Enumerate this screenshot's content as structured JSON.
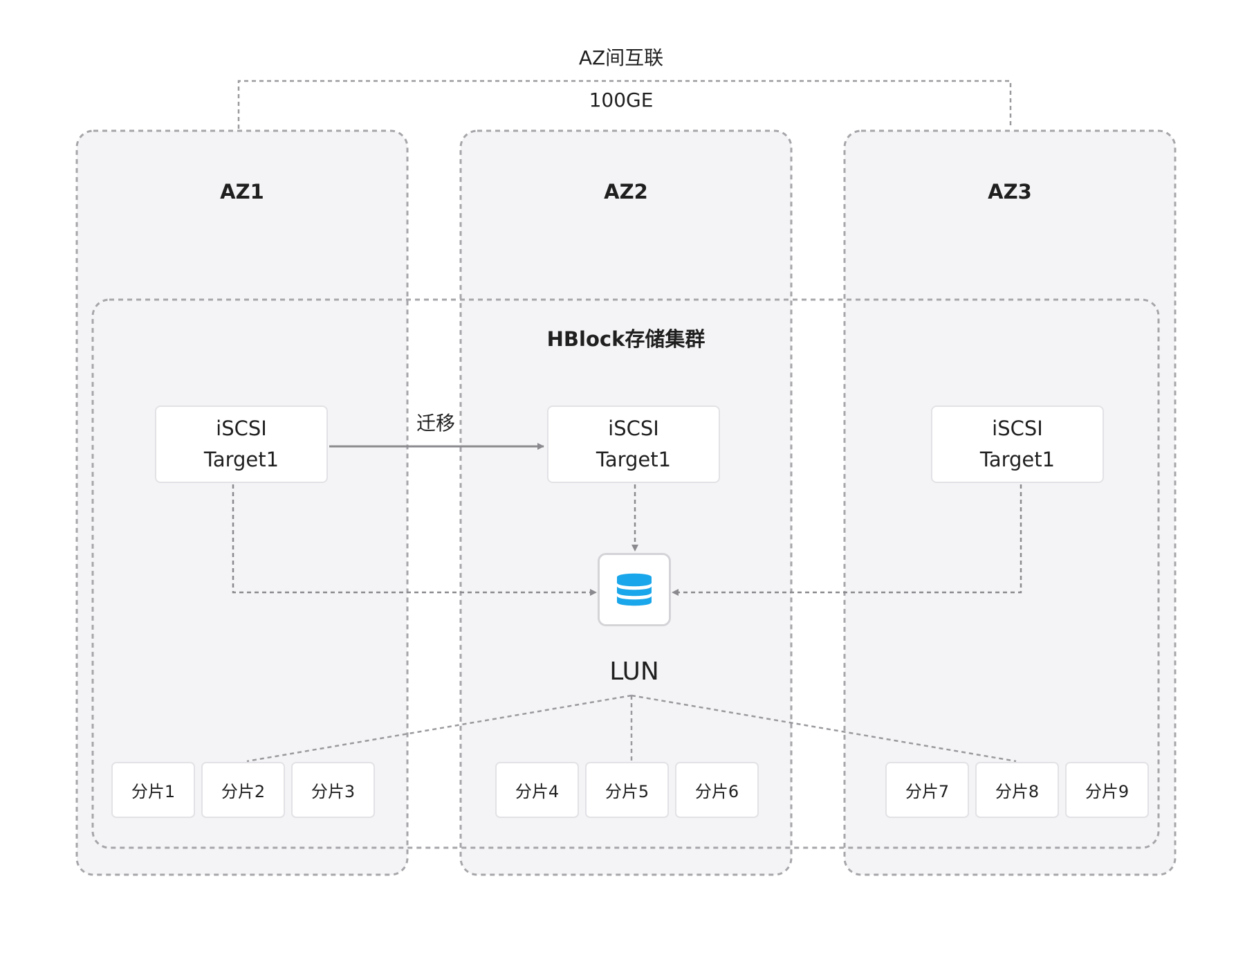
{
  "interconnect": {
    "title": "AZ间互联",
    "bandwidth": "100GE"
  },
  "zones": [
    {
      "label": "AZ1"
    },
    {
      "label": "AZ2"
    },
    {
      "label": "AZ3"
    }
  ],
  "cluster": {
    "label": "HBlock存储集群"
  },
  "migration": {
    "label": "迁移"
  },
  "targets": [
    {
      "line1": "iSCSI",
      "line2": "Target1"
    },
    {
      "line1": "iSCSI",
      "line2": "Target1"
    },
    {
      "line1": "iSCSI",
      "line2": "Target1"
    }
  ],
  "lun": {
    "label": "LUN",
    "icon": "database-icon",
    "icon_color": "#1aa6ea"
  },
  "shards": [
    {
      "label": "分片1"
    },
    {
      "label": "分片2"
    },
    {
      "label": "分片3"
    },
    {
      "label": "分片4"
    },
    {
      "label": "分片5"
    },
    {
      "label": "分片6"
    },
    {
      "label": "分片7"
    },
    {
      "label": "分片8"
    },
    {
      "label": "分片9"
    }
  ]
}
